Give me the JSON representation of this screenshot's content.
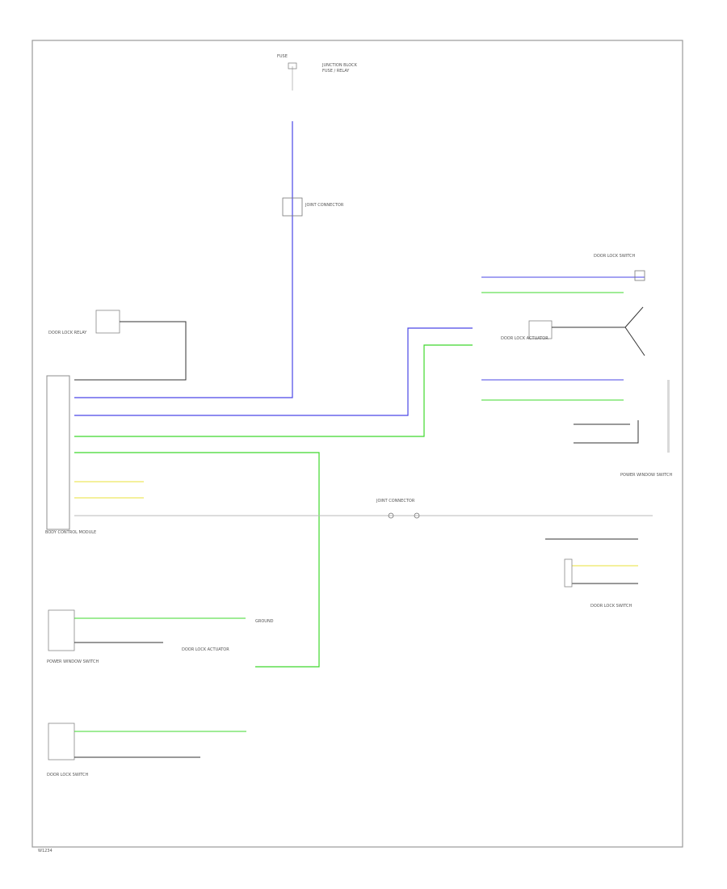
{
  "diagram": {
    "footer_code": "W1234",
    "colors": {
      "frame": "#9a9a9a",
      "blue": "#4a46e6",
      "green": "#3fd82c",
      "black": "#333333",
      "yellow": "#e9e23a",
      "light_gray": "#b9b9b9"
    },
    "labels": {
      "top_fuse": "FUSE",
      "top_junction": "JUNCTION BLOCK",
      "top_junction_detail": "FUSE / RELAY",
      "mid_connector": "JOINT CONNECTOR",
      "door_lock_relay": "DOOR LOCK RELAY",
      "module_main": "BODY CONTROL MODULE",
      "right_switch_top": "DOOR LOCK SWITCH",
      "right_switch_mid": "DOOR LOCK ACTUATOR",
      "right_switch_low": "POWER WINDOW SWITCH",
      "right_bottom": "DOOR LOCK SWITCH",
      "left_mid_switch": "POWER WINDOW SWITCH",
      "left_bottom_switch": "DOOR LOCK SWITCH",
      "left_actuator": "DOOR LOCK ACTUATOR",
      "center_connector": "JOINT CONNECTOR",
      "ground": "GROUND"
    }
  }
}
